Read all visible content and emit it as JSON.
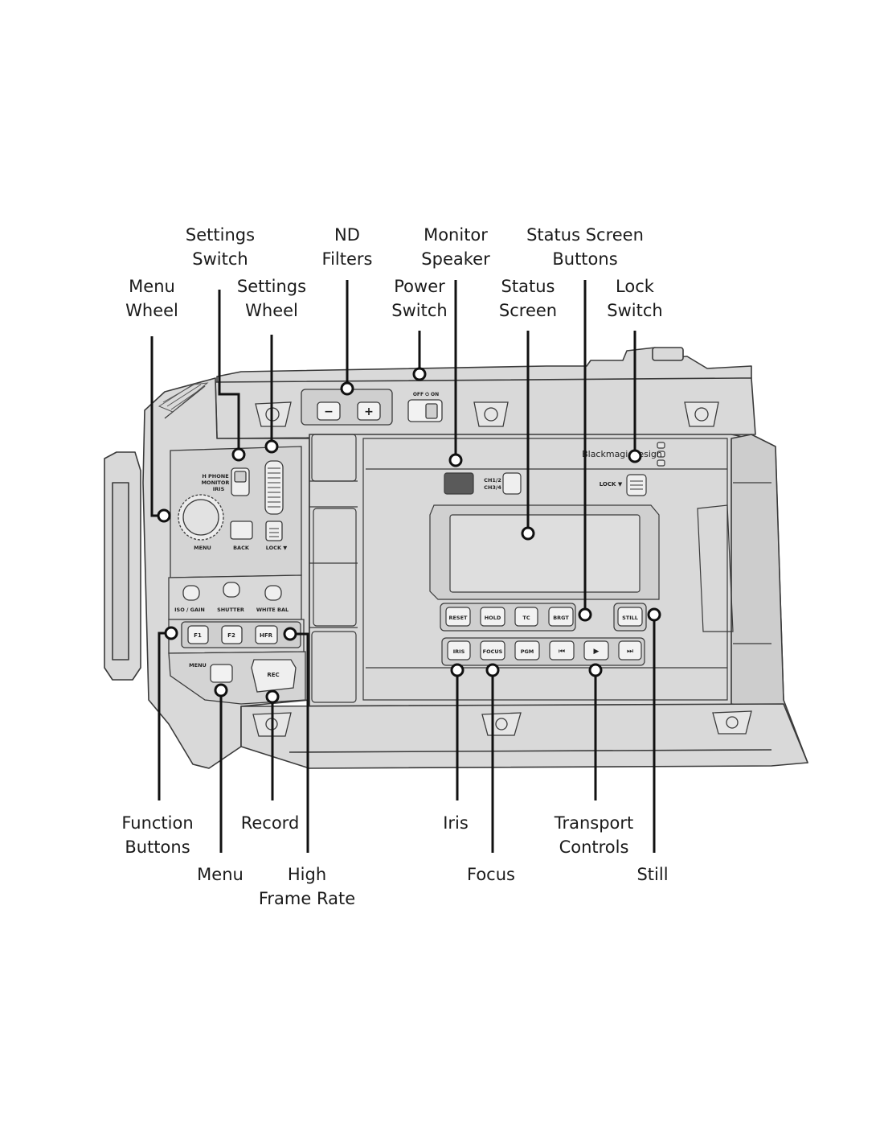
{
  "brand": "Blackmagicdesign",
  "callouts": {
    "settings_switch": [
      "Settings",
      "Switch"
    ],
    "nd_filters": [
      "ND",
      "Filters"
    ],
    "monitor_speaker": [
      "Monitor",
      "Speaker"
    ],
    "status_screen_buttons": [
      "Status Screen",
      "Buttons"
    ],
    "menu_wheel": [
      "Menu",
      "Wheel"
    ],
    "settings_wheel": [
      "Settings",
      "Wheel"
    ],
    "power_switch": [
      "Power",
      "Switch"
    ],
    "status_screen": [
      "Status",
      "Screen"
    ],
    "lock_switch": [
      "Lock",
      "Switch"
    ],
    "function_buttons": [
      "Function",
      "Buttons"
    ],
    "record": [
      "Record"
    ],
    "iris": [
      "Iris"
    ],
    "transport_controls": [
      "Transport",
      "Controls"
    ],
    "menu": [
      "Menu"
    ],
    "high_frame_rate": [
      "High",
      "Frame Rate"
    ],
    "focus": [
      "Focus"
    ],
    "still": [
      "Still"
    ]
  },
  "panel_labels": {
    "off_on": "OFF ⏻ ON",
    "nd_minus": "−",
    "nd_plus": "+",
    "settings_switch_options": [
      "H PHONE",
      "MONITOR",
      "IRIS"
    ],
    "menu": "MENU",
    "back": "BACK",
    "lock": "LOCK ▼",
    "iso_gain": "ISO / GAIN",
    "shutter": "SHUTTER",
    "white_bal": "WHITE BAL",
    "f1": "F1",
    "f2": "F2",
    "hfr": "HFR",
    "menu_button": "MENU",
    "rec": "REC",
    "speaker_channels": [
      "CH1/2",
      "CH3/4"
    ],
    "screen_buttons": [
      "RESET",
      "HOLD",
      "TC",
      "BRGT"
    ],
    "still": "STILL",
    "bottom_buttons": [
      "IRIS",
      "FOCUS",
      "PGM"
    ],
    "transport_icons": [
      "⏮",
      "▶",
      "⏭"
    ]
  },
  "colors": {
    "body_fill": "#d9d9d9",
    "body_dark": "#c4c4c4",
    "line": "#3a3a3a",
    "leader": "#111111"
  }
}
